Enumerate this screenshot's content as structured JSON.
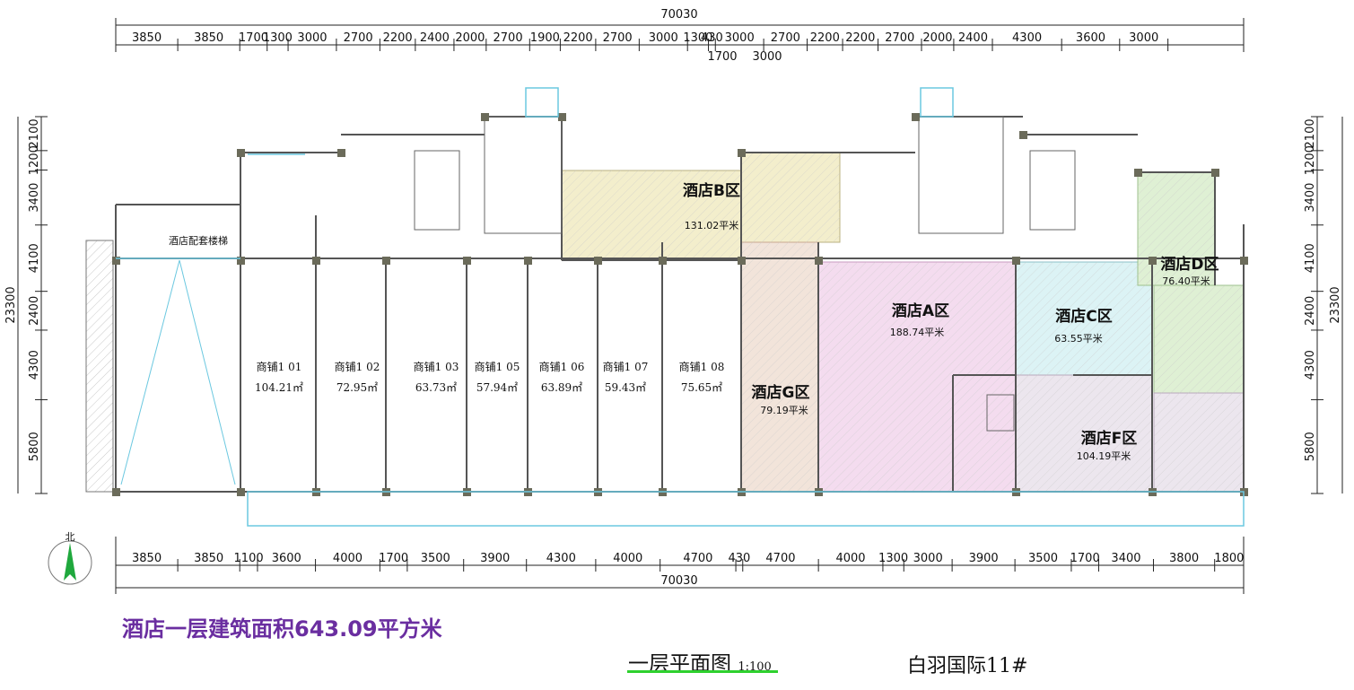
{
  "overall_width": "70030",
  "overall_depth": "23300",
  "top_dims": [
    "3850",
    "3850",
    "1700",
    "1300",
    "3000",
    "2700",
    "2200",
    "2400",
    "2000",
    "2700",
    "1900",
    "2200",
    "2700",
    "3000",
    "1300",
    "430",
    "3000",
    "2700",
    "2200",
    "2200",
    "2700",
    "2000",
    "2400",
    "4300",
    "3600",
    "3000"
  ],
  "top_sub_dims": [
    "1700",
    "3000"
  ],
  "bottom_dims": [
    "3850",
    "3850",
    "1100",
    "3600",
    "4000",
    "1700",
    "3500",
    "3900",
    "4300",
    "4000",
    "4700",
    "430",
    "4700",
    "4000",
    "1300",
    "3000",
    "3900",
    "3500",
    "1700",
    "3400",
    "3800",
    "1800"
  ],
  "side_dims": [
    "2100",
    "1200",
    "3400",
    "4100",
    "2400",
    "4300",
    "5800"
  ],
  "zones": [
    {
      "name": "酒店B区",
      "area": "131.02平米",
      "color": "#f3eecc"
    },
    {
      "name": "酒店A区",
      "area": "188.74平米",
      "color": "#f4dcef"
    },
    {
      "name": "酒店C区",
      "area": "63.55平米",
      "color": "#dcf3f5"
    },
    {
      "name": "酒店D区",
      "area": "76.40平米",
      "color": "#dff0d4"
    },
    {
      "name": "酒店G区",
      "area": "79.19平米",
      "color": "#f2e4da"
    },
    {
      "name": "酒店F区",
      "area": "104.19平米",
      "color": "#ece6ee"
    }
  ],
  "shops": [
    {
      "name": "商铺1 01",
      "area": "104.21㎡"
    },
    {
      "name": "商铺1 02",
      "area": "72.95㎡"
    },
    {
      "name": "商铺1 03",
      "area": "63.73㎡"
    },
    {
      "name": "商铺1 05",
      "area": "57.94㎡"
    },
    {
      "name": "商铺1 06",
      "area": "63.89㎡"
    },
    {
      "name": "商铺1 07",
      "area": "59.43㎡"
    },
    {
      "name": "商铺1 08",
      "area": "75.65㎡"
    }
  ],
  "stair_label": "酒店配套楼梯",
  "north_label": "北",
  "summary": "酒店一层建筑面积643.09平方米",
  "plan_title": "一层平面图",
  "plan_scale": "1:100",
  "project": "白羽国际11#"
}
